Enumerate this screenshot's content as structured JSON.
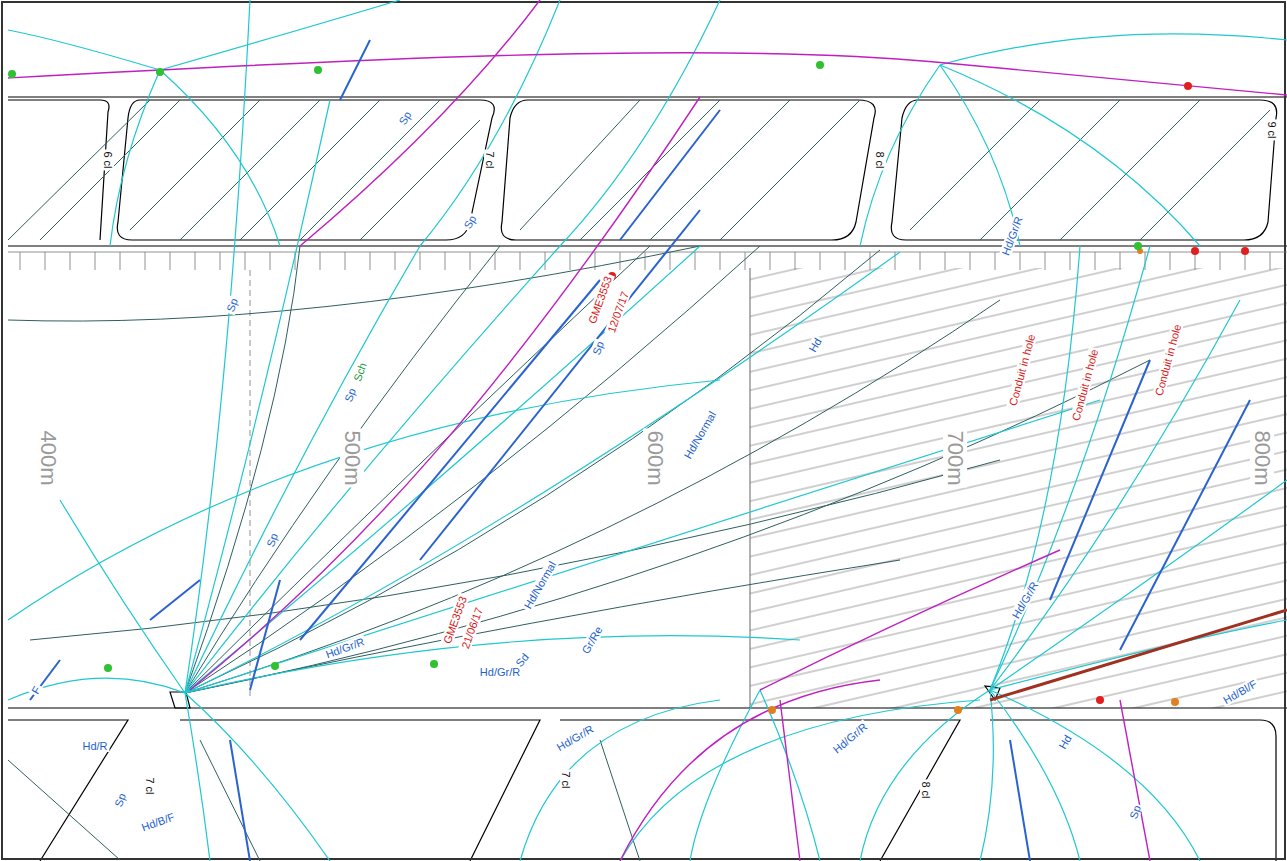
{
  "diagram": {
    "labels": [
      "400m",
      "500m",
      "600m",
      "700m",
      "800m",
      "6 cl",
      "7 cl",
      "8 cl",
      "9 cl",
      "7 cl",
      "8 cl",
      "7 cl",
      "GME3553",
      "12/07/17",
      "GME3553",
      "21/06/17",
      "Conduit in hole",
      "Conduit in hole",
      "Conduit in hole",
      "Hd/Normal",
      "Hd/Normal",
      "Hd/Gr/R",
      "Hd/Gr/R",
      "Gr/Re",
      "Hd/Gr/R",
      "Sp",
      "Sp",
      "Sp",
      "Sp",
      "Sd",
      "Hd",
      "Sch",
      "F",
      "Hd/R",
      "Hd/B/F",
      "Sp",
      "Hd/Gr/R",
      "Hd/Gr/R",
      "Hd",
      "Sp",
      "Hd/Bl/F",
      "Sp",
      "Sp",
      "Hd/Gr/R"
    ]
  }
}
